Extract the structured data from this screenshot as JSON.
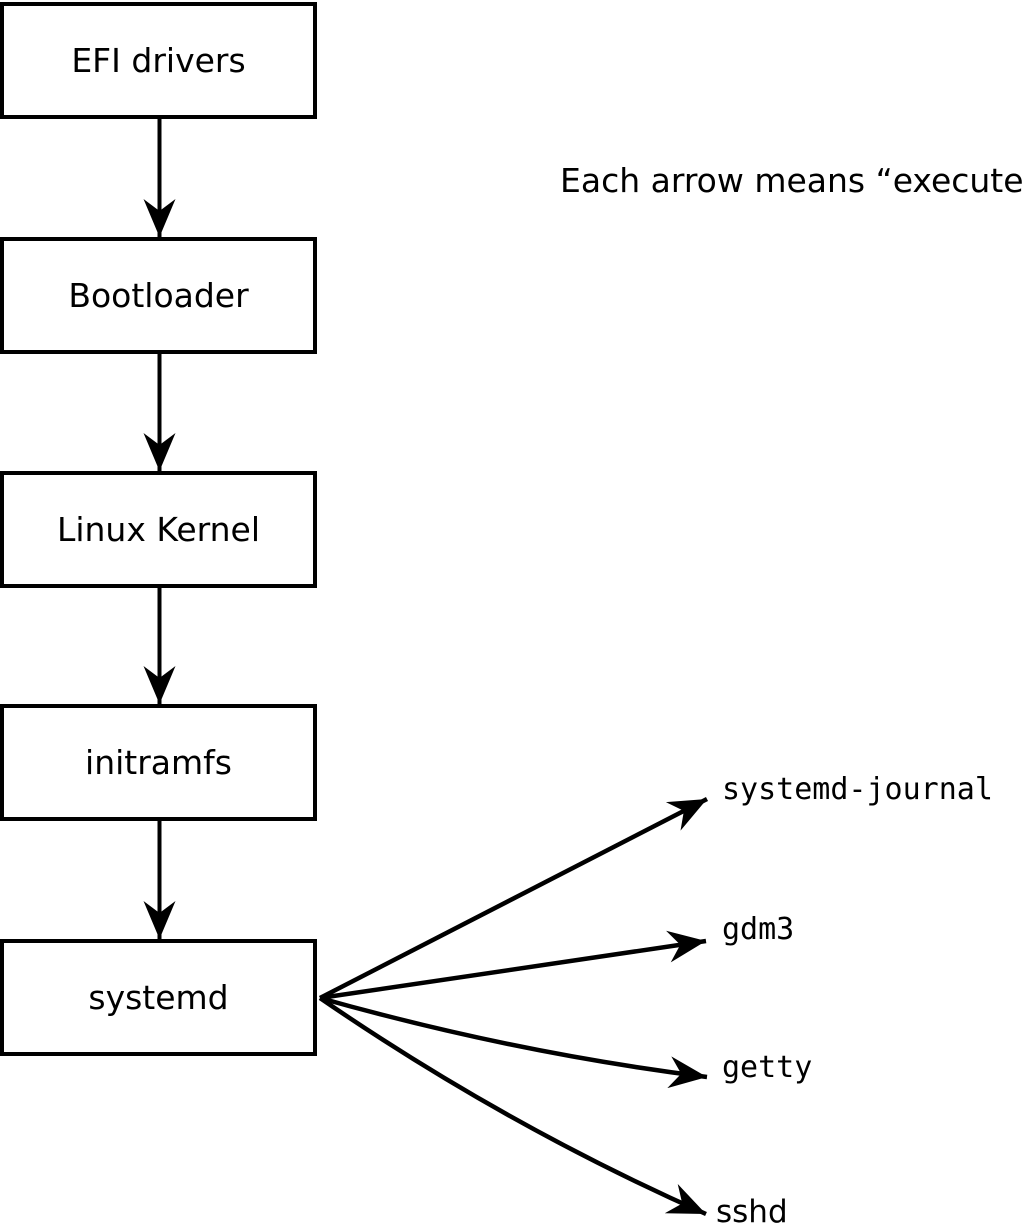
{
  "note": {
    "text": "Each arrow means “executes”.",
    "arrow_meaning": "executes"
  },
  "boot_chain": [
    {
      "label": "EFI drivers"
    },
    {
      "label": "Bootloader"
    },
    {
      "label": "Linux Kernel"
    },
    {
      "label": "initramfs"
    },
    {
      "label": "systemd"
    }
  ],
  "spawned_services": [
    {
      "label": "systemd-journal"
    },
    {
      "label": "gdm3"
    },
    {
      "label": "getty"
    },
    {
      "label": "sshd"
    }
  ],
  "colors": {
    "stroke": "#000000",
    "box_fill": "#ffffff",
    "background": "#ffffff"
  }
}
